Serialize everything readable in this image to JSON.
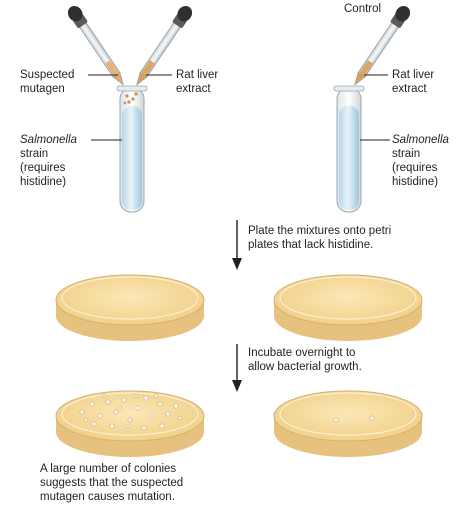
{
  "labels": {
    "control": "Control",
    "suspected_mutagen": [
      "Suspected",
      "mutagen"
    ],
    "rat_liver_extract": [
      "Rat liver",
      "extract"
    ],
    "salmonella": "Salmonella",
    "strain": [
      "strain",
      "(requires",
      "histidine)"
    ],
    "step_plate": [
      "Plate the mixtures onto petri",
      "plates that lack histidine."
    ],
    "step_incubate": [
      "Incubate overnight to",
      "allow bacterial growth."
    ],
    "conclusion": [
      "A large number of colonies",
      "suggests that the suspected",
      "mutagen causes mutation."
    ]
  },
  "colors": {
    "agar": "#f4d99a",
    "agar_edge": "#e2bd76",
    "dish_glass": "#f3efe6",
    "tube_liquid": "#a9d2ea",
    "dropper_bulb": "#3a3a3a"
  }
}
